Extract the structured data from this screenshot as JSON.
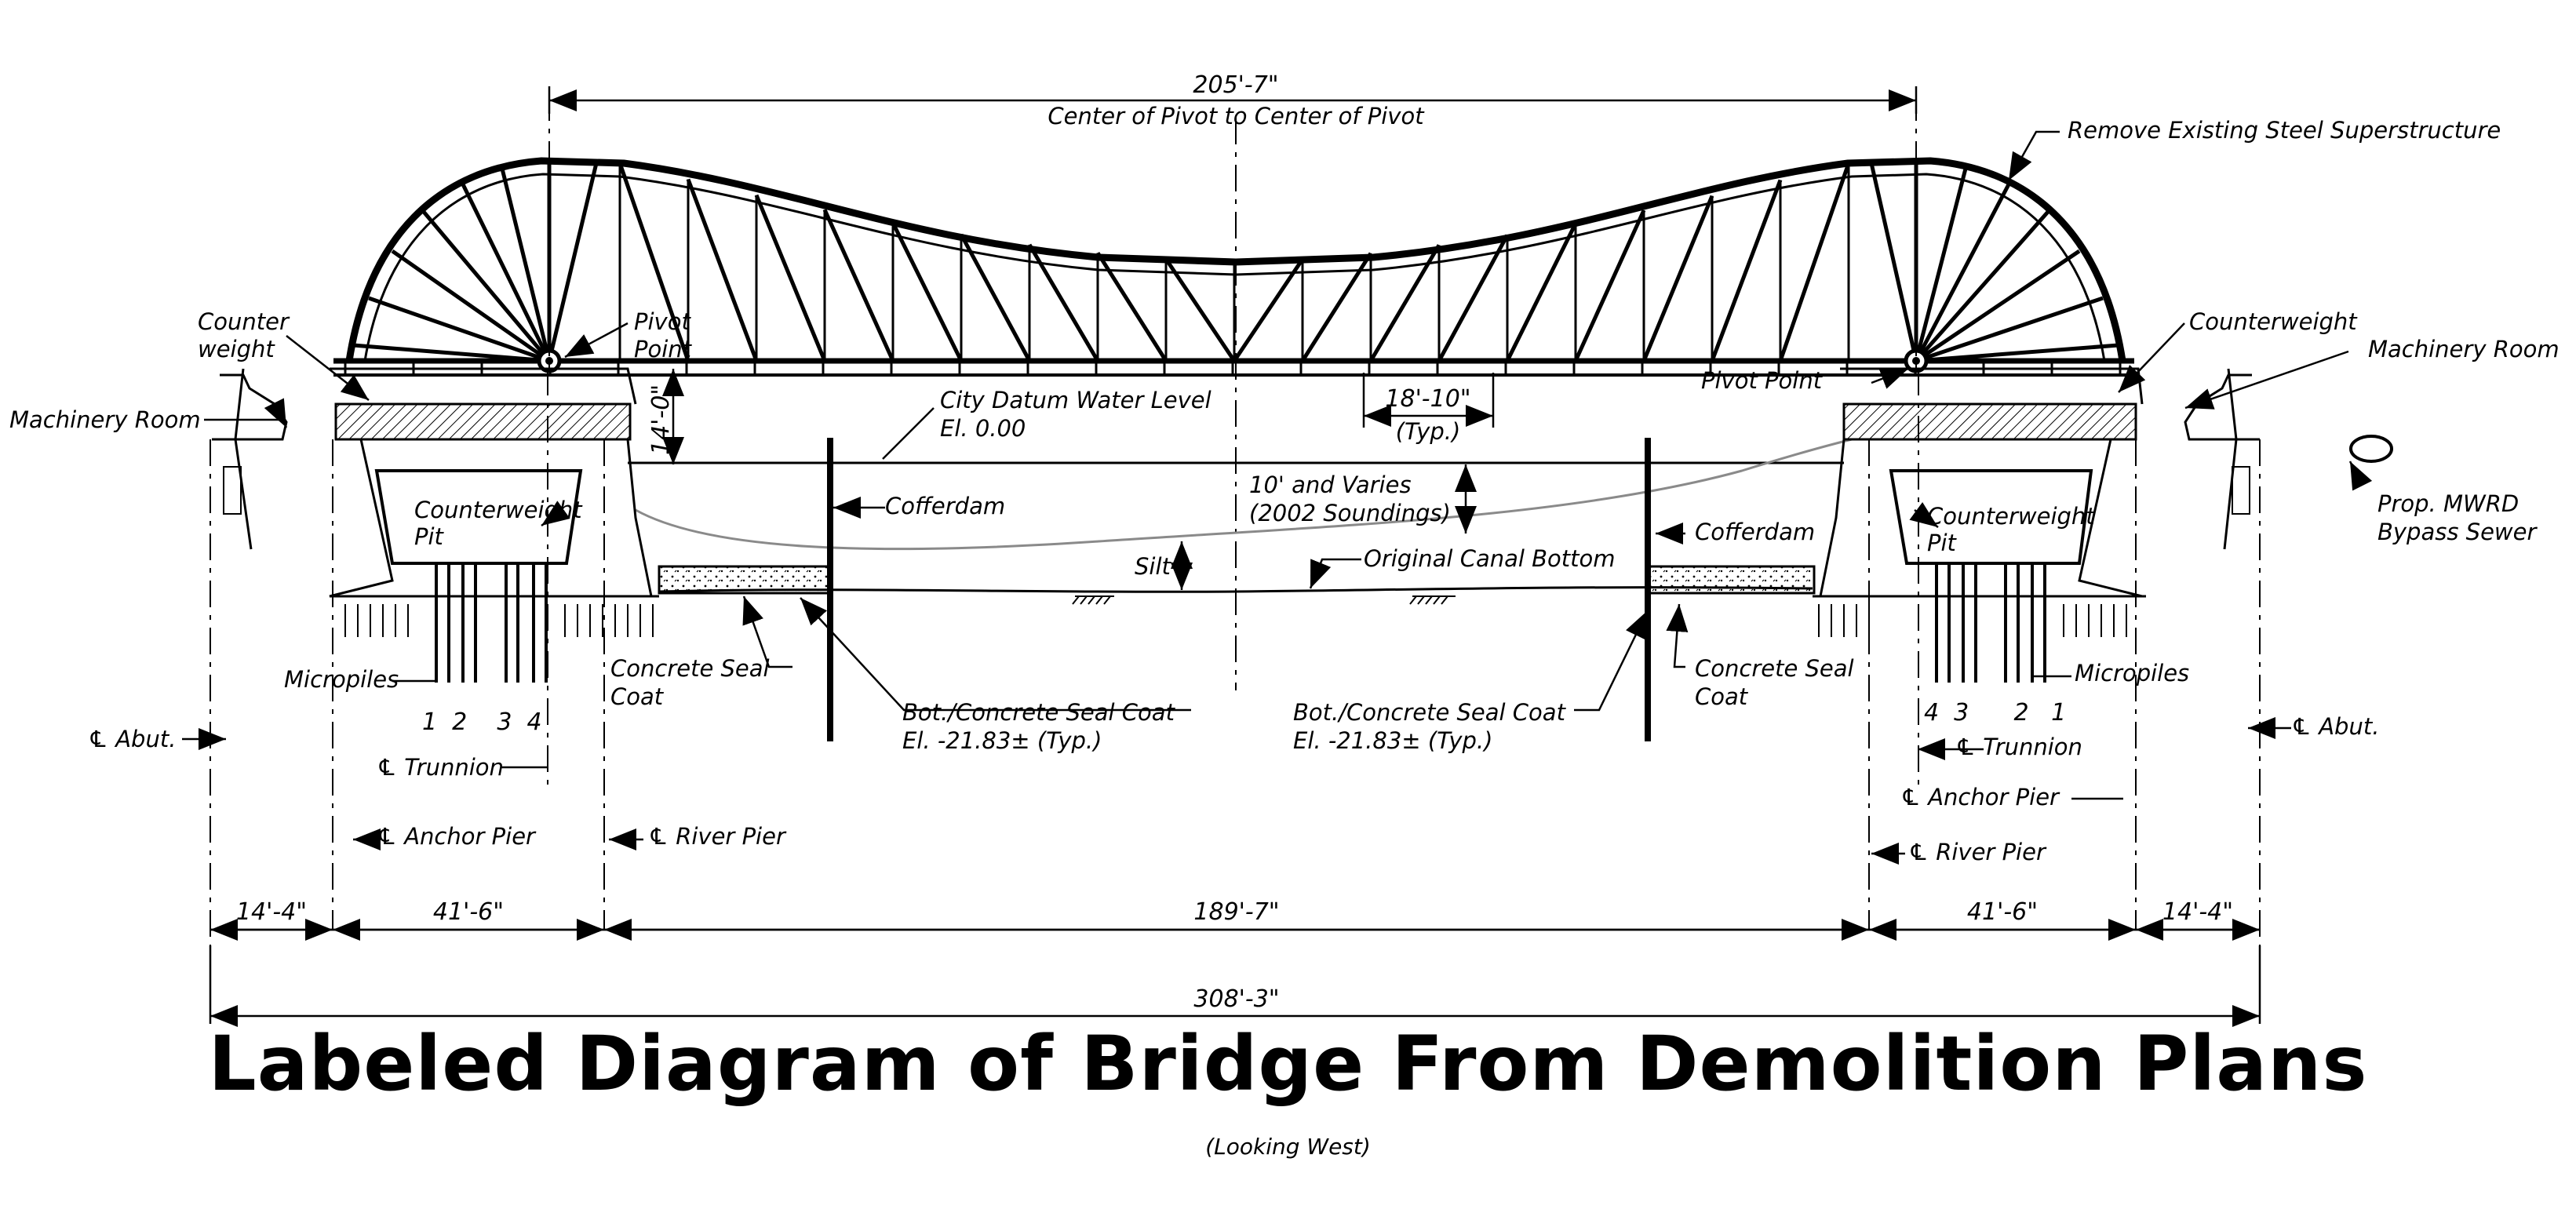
{
  "title": "Labeled Diagram of Bridge From Demolition Plans",
  "subtitle": "(Looking West)",
  "dimensions": {
    "pivot_to_pivot": "205'-7\"",
    "pivot_to_pivot_label": "Center of Pivot to Center of Pivot",
    "clearance_height": "14'-0\"",
    "panel_spacing": "18'-10\"",
    "panel_spacing_note": "(Typ.)",
    "depth": "10' and Varies",
    "depth_note": "(2002 Soundings)",
    "silt": "Silt",
    "span_left_abut": "14'-4\"",
    "span_left_anchor": "41'-6\"",
    "span_main": "189'-7\"",
    "span_right_anchor": "41'-6\"",
    "span_right_abut": "14'-4\"",
    "overall": "308'-3\""
  },
  "labels": {
    "remove_superstructure": "Remove Existing Steel Superstructure",
    "counterweight_left_1": "Counter",
    "counterweight_left_2": "weight",
    "counterweight_right": "Counterweight",
    "pivot_point_left_1": "Pivot",
    "pivot_point_left_2": "Point",
    "pivot_point_right": "Pivot Point",
    "machinery_room_left": "Machinery Room",
    "machinery_room_right": "Machinery Room",
    "city_datum_1": "City Datum Water Level",
    "city_datum_2": "El. 0.00",
    "cofferdam_left": "Cofferdam",
    "cofferdam_right": "Cofferdam",
    "original_canal_bottom": "Original Canal Bottom",
    "counterweight_pit_left_1": "Counterweight",
    "counterweight_pit_left_2": "Pit",
    "counterweight_pit_right_1": "Counterweight",
    "counterweight_pit_right_2": "Pit",
    "micropiles_left": "Micropiles",
    "micropiles_right": "Micropiles",
    "concrete_seal_left_1": "Concrete Seal",
    "concrete_seal_left_2": "Coat",
    "concrete_seal_right_1": "Concrete Seal",
    "concrete_seal_right_2": "Coat",
    "bot_seal_left_1": "Bot./Concrete Seal Coat",
    "bot_seal_left_2": "El. -21.83± (Typ.)",
    "bot_seal_right_1": "Bot./Concrete Seal Coat",
    "bot_seal_right_2": "El. -21.83± (Typ.)",
    "pile_numbers_left": "1  2    3  4",
    "pile_numbers_right": "4  3      2   1",
    "cl_abut_left": "℄ Abut.",
    "cl_abut_right": "℄ Abut.",
    "cl_trunnion_left": "℄ Trunnion",
    "cl_trunnion_right": "℄ Trunnion",
    "cl_anchor_left": "℄ Anchor Pier",
    "cl_anchor_right": "℄ Anchor Pier",
    "cl_river_left": "℄ River Pier",
    "cl_river_right": "℄ River Pier",
    "sewer_1": "Prop. MWRD",
    "sewer_2": "Bypass Sewer"
  },
  "colors": {
    "ink": "#000000",
    "paper": "#ffffff",
    "grey_line": "#8a8a8a"
  }
}
